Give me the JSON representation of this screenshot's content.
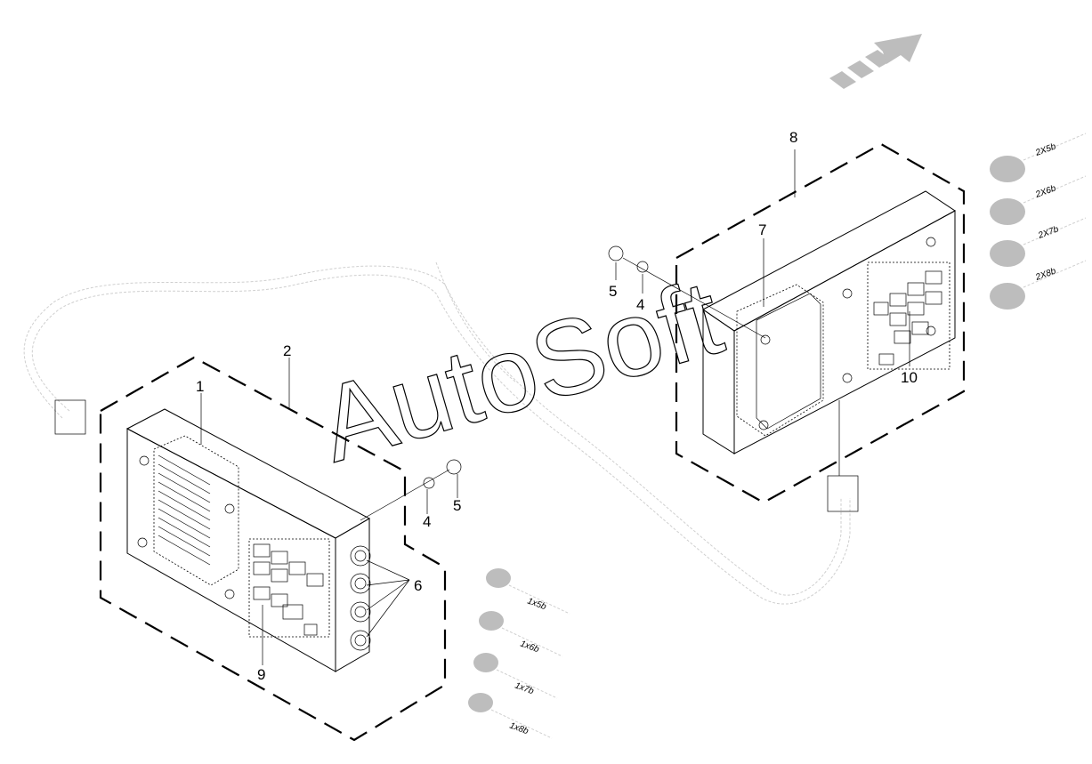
{
  "watermark": "AutoSoft",
  "callouts": {
    "c1": "1",
    "c2": "2",
    "c4a": "4",
    "c5a": "5",
    "c6": "6",
    "c9": "9",
    "c4b": "4",
    "c5b": "5",
    "c7": "7",
    "c8": "8",
    "c10": "10"
  },
  "connectors_left": [
    "1x5b",
    "1x6b",
    "1x7b",
    "1x8b"
  ],
  "connectors_right": [
    "2X5b",
    "2X6b",
    "2X7b",
    "2X8b"
  ],
  "icons": {
    "direction": "direction-arrow-icon"
  }
}
